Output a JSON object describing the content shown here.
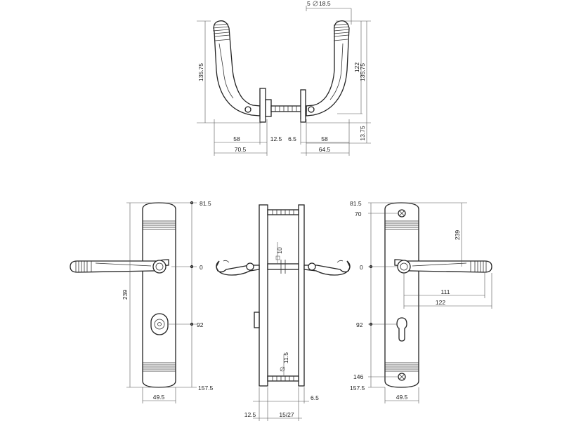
{
  "top_view": {
    "thread_label": "5",
    "thread_value": "18.5",
    "left_height": "135.75",
    "right_inner_height": "122",
    "right_outer_height": "135.75",
    "right_bottom": "13.75",
    "left_lever_width": "58",
    "left_rose_width": "12.5",
    "right_rose_width": "6.5",
    "right_lever_width": "58",
    "left_total": "70.5",
    "right_total": "64.5"
  },
  "front_left": {
    "top": "81.5",
    "zero": "0",
    "keyhole": "92",
    "bottom": "157.5",
    "height": "239",
    "width": "49.5"
  },
  "side_view": {
    "spindle": "10",
    "screw": "11.5",
    "left_bottom": "12.5",
    "middle_bottom": "15/27",
    "right_bottom": "6.5"
  },
  "front_right": {
    "top": "81.5",
    "screw_top": "70",
    "zero": "0",
    "keyhole": "92",
    "screw_bottom": "146",
    "bottom": "157.5",
    "height": "239",
    "lever_inner": "111",
    "lever_outer": "122",
    "width": "49.5"
  },
  "colors": {
    "line": "#222222",
    "background": "#ffffff"
  }
}
